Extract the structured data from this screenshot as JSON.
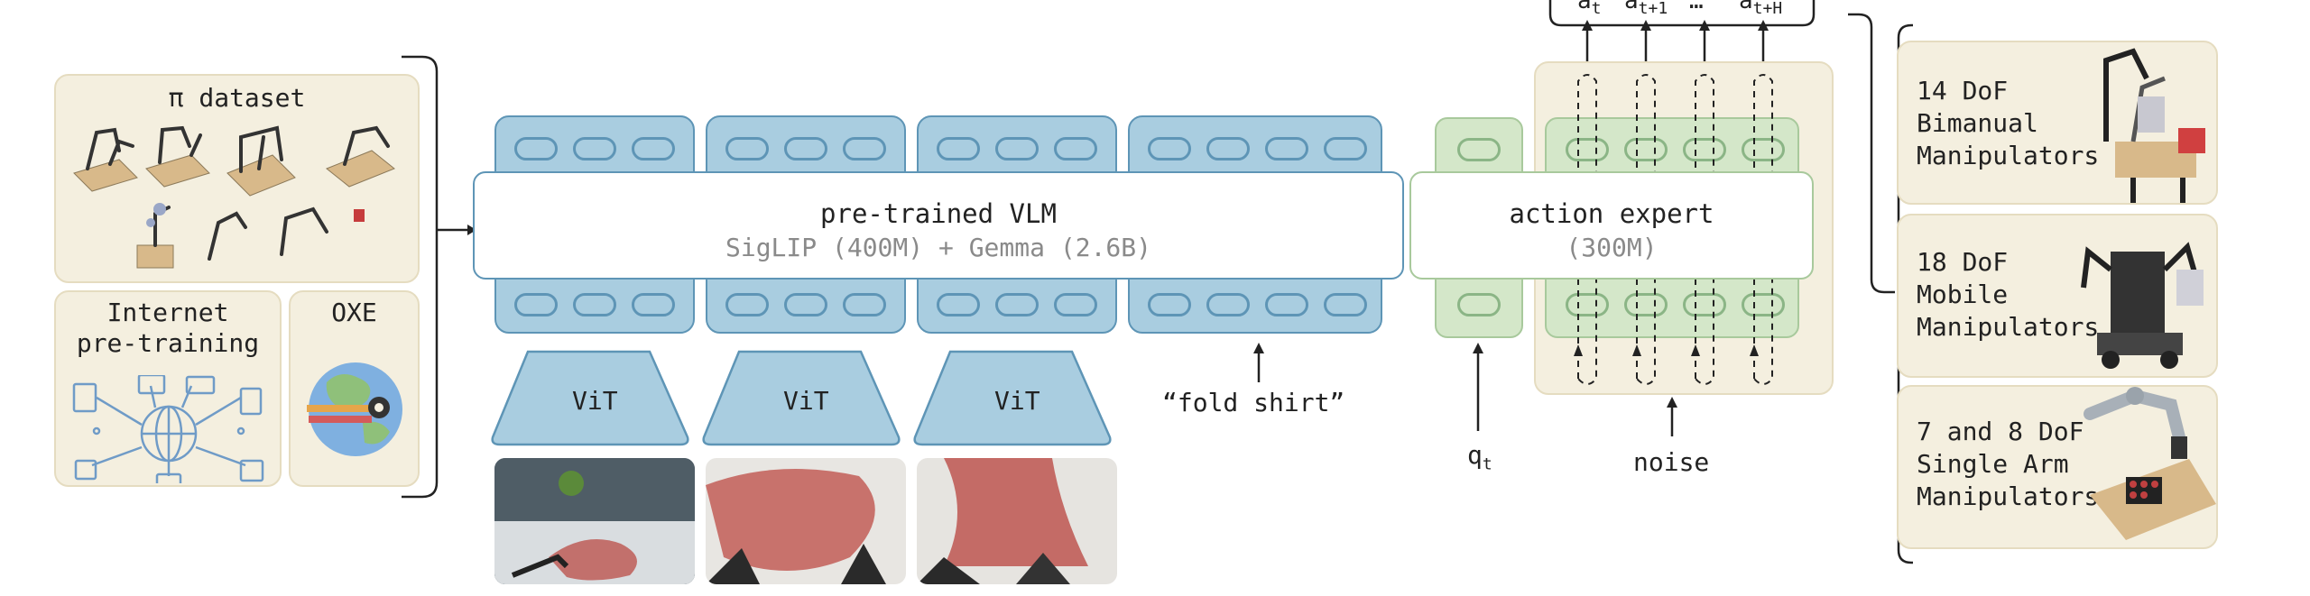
{
  "datasets": {
    "pi_dataset": "π dataset",
    "internet": "Internet pre-training",
    "oxe": "OXE"
  },
  "vlm": {
    "title": "pre-trained VLM",
    "subtitle": "SigLIP (400M) + Gemma (2.6B)"
  },
  "expert": {
    "title": "action expert",
    "subtitle": "(300M)"
  },
  "vit_label": "ViT",
  "prompt": "“fold shirt”",
  "state_label": "q",
  "state_sub": "t",
  "noise_label": "noise",
  "actions": [
    {
      "base": "a",
      "sub": "t"
    },
    {
      "base": "a",
      "sub": "t+1"
    },
    {
      "base": "…",
      "sub": ""
    },
    {
      "base": "a",
      "sub": "t+H"
    }
  ],
  "robots": [
    {
      "label": "14 DoF Bimanual Manipulators"
    },
    {
      "label": "18 DoF Mobile Manipulators"
    },
    {
      "label": "7 and 8 DoF Single Arm Manipulators"
    }
  ],
  "colors": {
    "vlm_blue": "#a9cde0",
    "vlm_border": "#5e95b6",
    "expert_green": "#d4e7c9",
    "cream": "#f4efdf"
  }
}
